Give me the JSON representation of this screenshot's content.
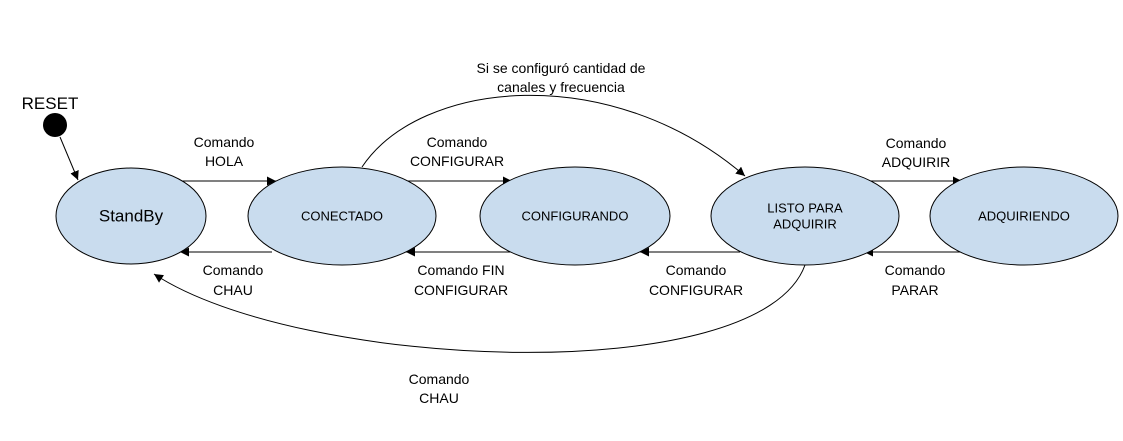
{
  "diagram": {
    "initial_label": "RESET",
    "states": {
      "standby": {
        "label": "StandBy"
      },
      "conectado": {
        "label": "CONECTADO"
      },
      "configurando": {
        "label": "CONFIGURANDO"
      },
      "listo": {
        "line1": "LISTO PARA",
        "line2": "ADQUIRIR"
      },
      "adquiriendo": {
        "label": "ADQUIRIENDO"
      }
    },
    "transitions": {
      "hola": {
        "line1": "Comando",
        "line2": "HOLA"
      },
      "configurar": {
        "line1": "Comando",
        "line2": "CONFIGURAR"
      },
      "adquirir": {
        "line1": "Comando",
        "line2": "ADQUIRIR"
      },
      "chau_short": {
        "line1": "Comando",
        "line2": "CHAU"
      },
      "fin_configurar": {
        "line1": "Comando FIN",
        "line2": "CONFIGURAR"
      },
      "reconfigurar": {
        "line1": "Comando",
        "line2": "CONFIGURAR"
      },
      "parar": {
        "line1": "Comando",
        "line2": "PARAR"
      },
      "chau_long": {
        "line1": "Comando",
        "line2": "CHAU"
      },
      "skip": {
        "line1": "Si se configuró cantidad de",
        "line2": "canales y frecuencia"
      }
    },
    "colors": {
      "state_fill": "#c9dcee",
      "stroke": "#000000"
    }
  }
}
